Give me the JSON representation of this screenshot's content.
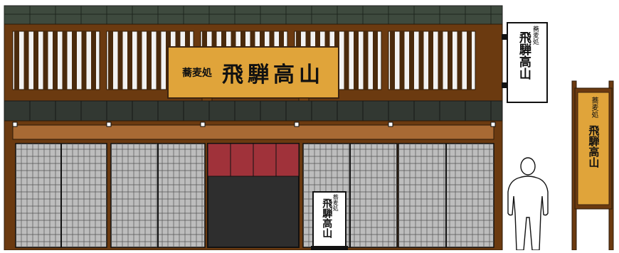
{
  "scene": {
    "main_sign": {
      "prefix": "蕎麦処",
      "name": "飛騨高山"
    },
    "hanging_sign": {
      "prefix": "蕎麦処",
      "name": "飛騨高山"
    },
    "stand_sign": {
      "prefix": "蕎麦処",
      "name": "飛騨高山"
    },
    "pole_sign": {
      "prefix": "蕎麦処",
      "name": "飛騨高山"
    }
  },
  "colors": {
    "wood": "#6b3a10",
    "wood_dark": "#3d2410",
    "roof_tile": "#3e4a3e",
    "signboard": "#e0a43a",
    "noren_red": "#a0323a",
    "doorway": "#2e2e2e",
    "shoji": "#bdbdbd"
  }
}
